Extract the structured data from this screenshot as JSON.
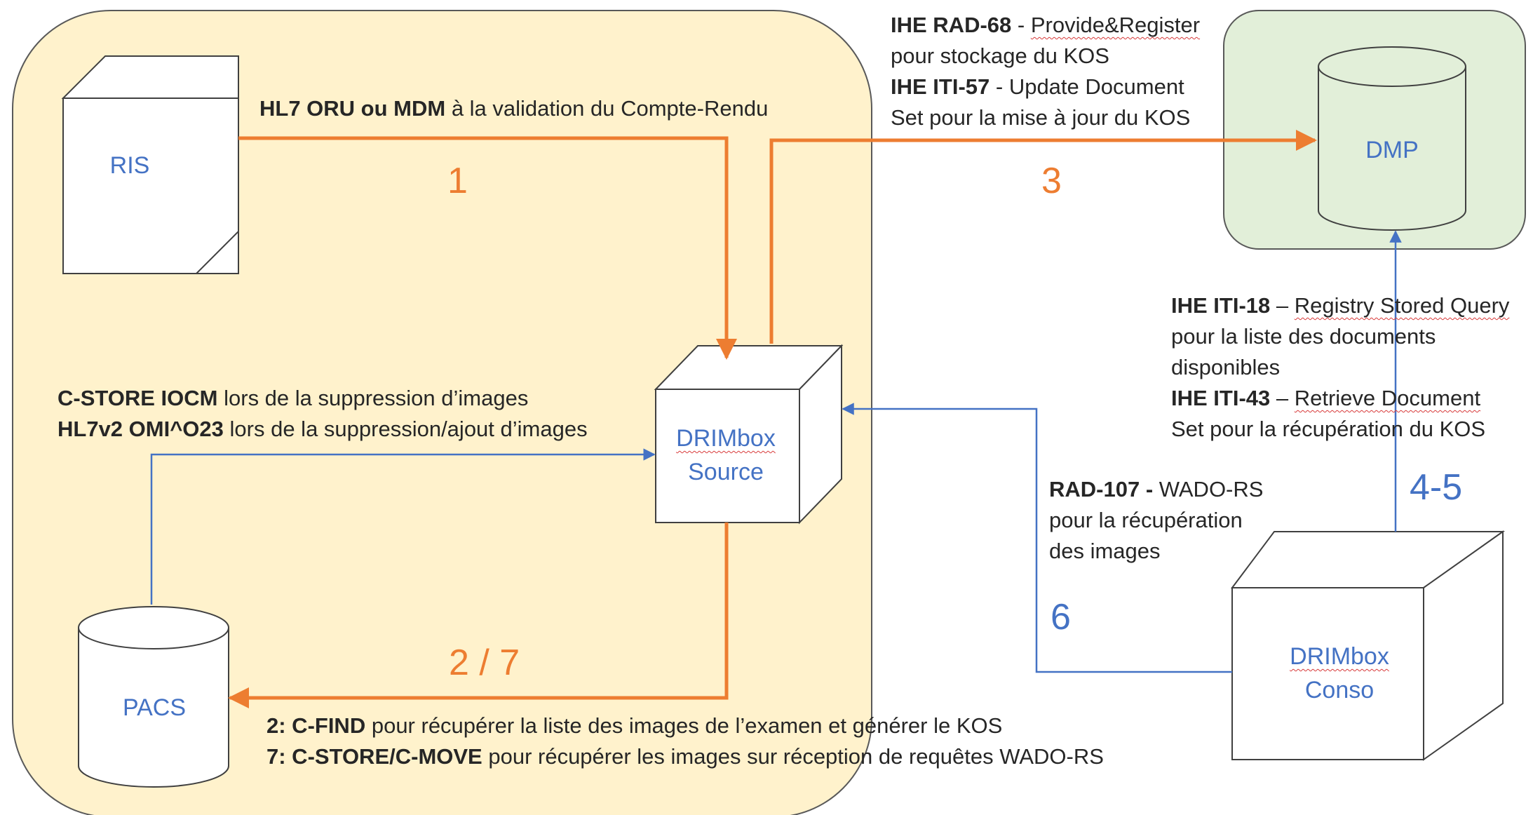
{
  "nodes": {
    "ris": "RIS",
    "pacs": "PACS",
    "dmp": "DMP",
    "drimbox_source": [
      "DRIMbox",
      "Source"
    ],
    "drimbox_conso": [
      "DRIMbox",
      "Conso"
    ]
  },
  "step_numbers": {
    "step1": "1",
    "step3": "3",
    "step2_7": "2 / 7",
    "step4_5": "4-5",
    "step6": "6"
  },
  "labels": {
    "hl7_oru": {
      "bold": "HL7 ORU ou MDM",
      "text": " à la validation du Compte-Rendu"
    },
    "rad68": {
      "line1_bold": "IHE RAD-68",
      "line1_sep": " - ",
      "line1_text": "Provide&Register",
      "line2": "pour stockage du KOS",
      "line3_bold": "IHE ITI-57",
      "line3_text": " - Update Document",
      "line4": "Set pour la mise à jour du KOS"
    },
    "cstore_iocm": {
      "line1_bold": "C-STORE IOCM",
      "line1_text": " lors de la suppression d’images",
      "line2_bold": "HL7v2 OMI^O23",
      "line2_text": " lors de la suppression/ajout d’images"
    },
    "iti18": {
      "line1_bold": "IHE ITI-18",
      "line1_sep": " – ",
      "line1_text": "Registry Stored Query",
      "line2": "pour la liste des documents",
      "line3": "disponibles",
      "line4_bold": "IHE ITI-43",
      "line4_sep": " – ",
      "line4_text": "Retrieve Document",
      "line5": "Set pour la récupération du KOS"
    },
    "rad107": {
      "line1_bold": "RAD-107 -",
      "line1_text": " WADO-RS",
      "line2": "pour la récupération",
      "line3": "des images"
    },
    "cfind": {
      "line1_bold": "2: C-FIND",
      "line1_text": " pour récupérer la liste des images de l’examen et générer le KOS",
      "line2_bold": "7: C-STORE/C-MOVE",
      "line2_text": " pour récupérer les images sur réception de requêtes WADO-RS"
    }
  },
  "colors": {
    "source_zone_fill": "#fff2cc",
    "dmp_zone_fill": "#e2efd9",
    "orange_arrow": "#ed7d31",
    "blue_arrow": "#4472c4",
    "node_label": "#4472c4",
    "outline": "#595959"
  },
  "icons": {
    "cube": "cube-shape",
    "database": "cylinder-shape"
  }
}
